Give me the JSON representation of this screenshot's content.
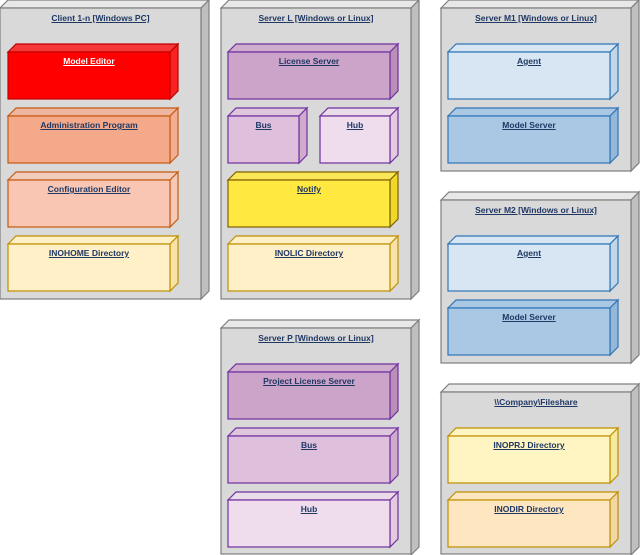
{
  "servers": [
    {
      "id": "client",
      "title": "Client 1-n [Windows PC]",
      "components": [
        {
          "label": "Model Editor",
          "fill": "#ff0000",
          "stroke": "#c00000"
        },
        {
          "label": "Administration Program",
          "fill": "#f4a98a",
          "stroke": "#c55a11"
        },
        {
          "label": "Configuration Editor",
          "fill": "#f8c6b2",
          "stroke": "#c55a11"
        },
        {
          "label": "INOHOME Directory",
          "fill": "#fff0c8",
          "stroke": "#bf9000"
        }
      ]
    },
    {
      "id": "server-l",
      "title": "Server L [Windows or Linux]",
      "components": [
        {
          "label": "License Server",
          "fill": "#cca3c9",
          "stroke": "#7030a0"
        },
        {
          "label": "Bus",
          "fill": "#dec0dc",
          "stroke": "#7030a0"
        },
        {
          "label": "Hub",
          "fill": "#efdcec",
          "stroke": "#7030a0"
        },
        {
          "label": "Notify",
          "fill": "#ffe840",
          "stroke": "#7f6000"
        },
        {
          "label": "INOLIC Directory",
          "fill": "#fff0c8",
          "stroke": "#bf9000"
        }
      ]
    },
    {
      "id": "server-m1",
      "title": "Server M1 [Windows or Linux]",
      "components": [
        {
          "label": "Agent",
          "fill": "#d8e6f3",
          "stroke": "#2e75b6"
        },
        {
          "label": "Model Server",
          "fill": "#aac8e4",
          "stroke": "#2e75b6"
        }
      ]
    },
    {
      "id": "server-m2",
      "title": "Server M2 [Windows or Linux]",
      "components": [
        {
          "label": "Agent",
          "fill": "#d8e6f3",
          "stroke": "#2e75b6"
        },
        {
          "label": "Model Server",
          "fill": "#aac8e4",
          "stroke": "#2e75b6"
        }
      ]
    },
    {
      "id": "server-p",
      "title": "Server P [Windows or Linux]",
      "components": [
        {
          "label": "Project License Server",
          "fill": "#cca3c9",
          "stroke": "#7030a0"
        },
        {
          "label": "Bus",
          "fill": "#dec0dc",
          "stroke": "#7030a0"
        },
        {
          "label": "Hub",
          "fill": "#efdcec",
          "stroke": "#7030a0"
        }
      ]
    },
    {
      "id": "fileshare",
      "title": "\\\\Company\\Fileshare",
      "components": [
        {
          "label": "INOPRJ Directory",
          "fill": "#fff5c2",
          "stroke": "#bf9000"
        },
        {
          "label": "INODIR Directory",
          "fill": "#fde6c0",
          "stroke": "#bf9000"
        }
      ]
    }
  ],
  "colors": {
    "node_fill": "#d9d9d9",
    "node_side": "#bfbfbf",
    "node_top": "#e8e8e8",
    "node_stroke": "#7f7f7f",
    "title_text": "#1f3864"
  }
}
